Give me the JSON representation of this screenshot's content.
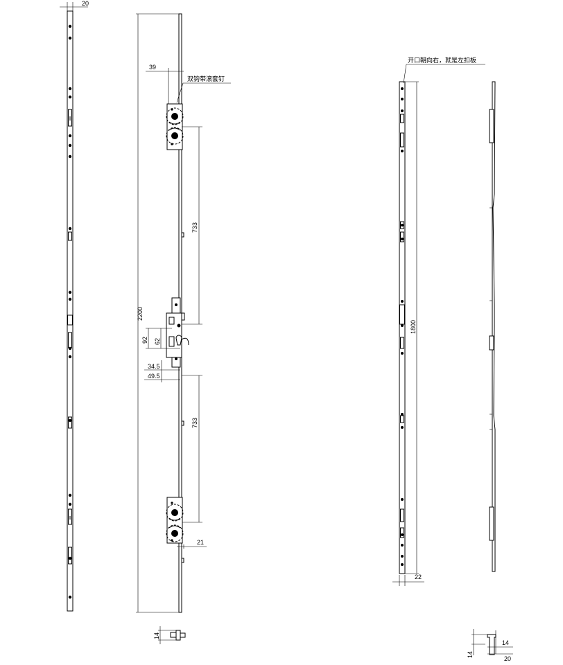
{
  "dimensions": {
    "front_strip_width": "20",
    "hook_offset": "39",
    "lock_to_hook_top": "733",
    "lock_to_hook_bottom": "733",
    "total_length": "2200",
    "handle_to_cylinder": "92",
    "handle_offset": "62",
    "backset_a": "34.5",
    "backset_b": "49.5",
    "hook_width": "21",
    "section_height": "14",
    "keeper_length": "1800",
    "keeper_width": "22",
    "keeper_section_thickness": "14",
    "keeper_section_width": "20",
    "keeper_section_lip": "14"
  },
  "annotations": {
    "hook_roller": "双钩带滚套钉",
    "opening_direction": "开口朝向右，就是左扣板"
  }
}
